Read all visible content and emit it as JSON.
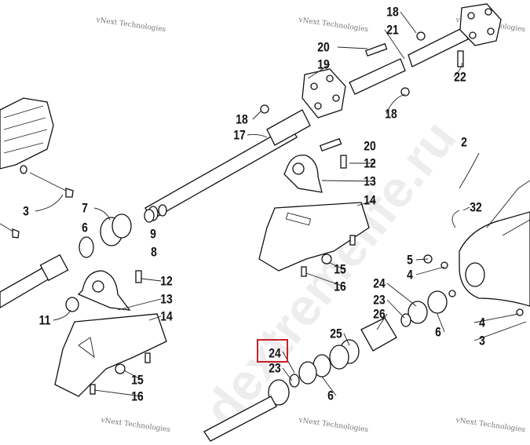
{
  "diagram": {
    "title": "Drive shaft exploded parts diagram",
    "highlight_color": "#c8202a",
    "highlighted_callout": "24",
    "watermark": "dextremelife.ru",
    "vendor_watermark": "vNext Technologies",
    "callouts": [
      "18",
      "21",
      "20",
      "19",
      "22",
      "18",
      "18",
      "17",
      "20",
      "12",
      "13",
      "2",
      "14",
      "32",
      "3",
      "7",
      "6",
      "9",
      "8",
      "5",
      "4",
      "12",
      "15",
      "16",
      "13",
      "24",
      "11",
      "14",
      "23",
      "26",
      "4",
      "25",
      "3",
      "6",
      "24",
      "23",
      "15",
      "6",
      "16"
    ]
  }
}
